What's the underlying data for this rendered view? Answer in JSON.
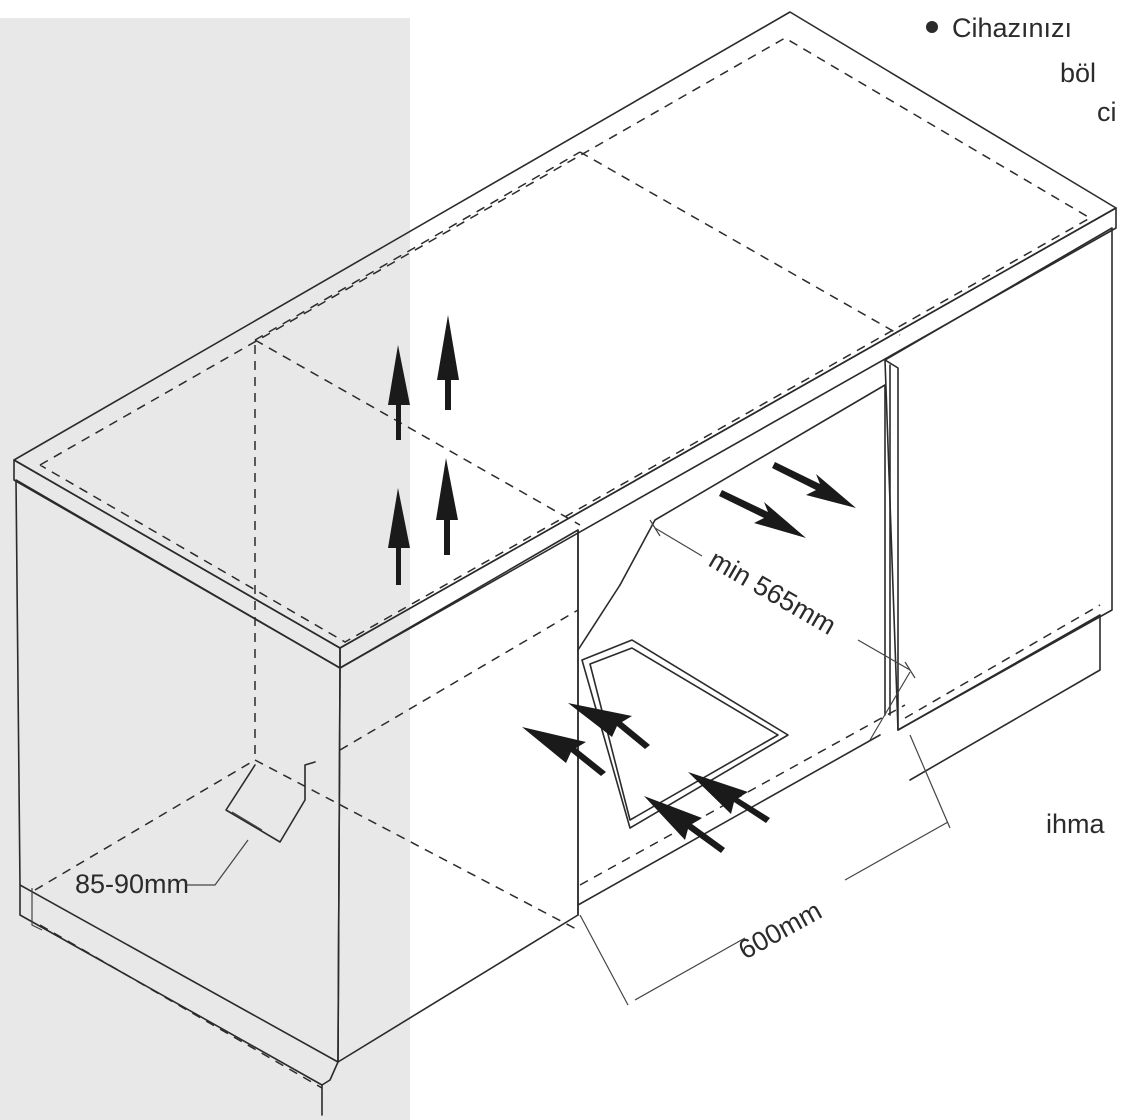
{
  "diagram": {
    "measurements": {
      "depth": "min 565mm",
      "width": "600mm",
      "plinth_gap": "85-90mm"
    },
    "side_text": {
      "line1": "Cihazınızı ",
      "line2": "böl",
      "line3": "ci",
      "line4": "ihma"
    },
    "colors": {
      "backdrop": "#e8e8e8",
      "ink": "#2b2b2b",
      "arrow": "#1a1a1a"
    }
  }
}
